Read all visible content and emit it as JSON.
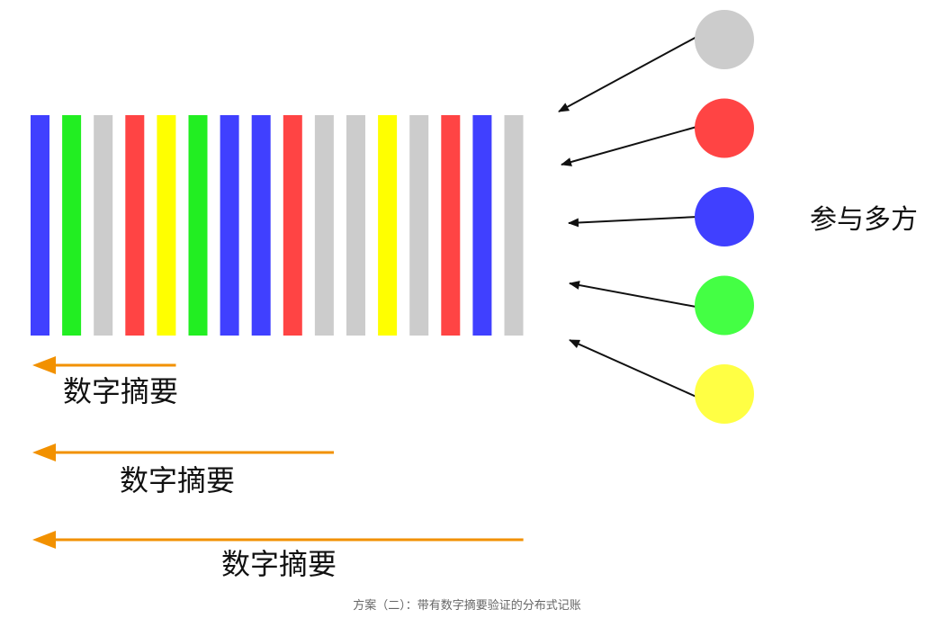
{
  "diagram": {
    "participants_label": "参与多方",
    "digest_label": "数字摘要",
    "caption": "方案（二）：带有数字摘要验证的分布式记账",
    "record_bar_colors": [
      "#4040ff",
      "#22ee22",
      "#cccccc",
      "#ff4444",
      "#ffff00",
      "#22ee22",
      "#4040ff",
      "#4040ff",
      "#ff4444",
      "#cccccc",
      "#cccccc",
      "#ffff00",
      "#cccccc",
      "#ff4444",
      "#4040ff",
      "#cccccc"
    ],
    "participants": [
      {
        "name": "gray",
        "color": "#cccccc"
      },
      {
        "name": "red",
        "color": "#ff4444"
      },
      {
        "name": "blue",
        "color": "#4040ff"
      },
      {
        "name": "green",
        "color": "#44ff44"
      },
      {
        "name": "yellow",
        "color": "#ffff44"
      }
    ],
    "digests": [
      {
        "label": "数字摘要",
        "covers_bars": 5
      },
      {
        "label": "数字摘要",
        "covers_bars": 10
      },
      {
        "label": "数字摘要",
        "covers_bars": 16
      }
    ],
    "arrow_color": "#f29100",
    "pointer_color": "#111111"
  }
}
